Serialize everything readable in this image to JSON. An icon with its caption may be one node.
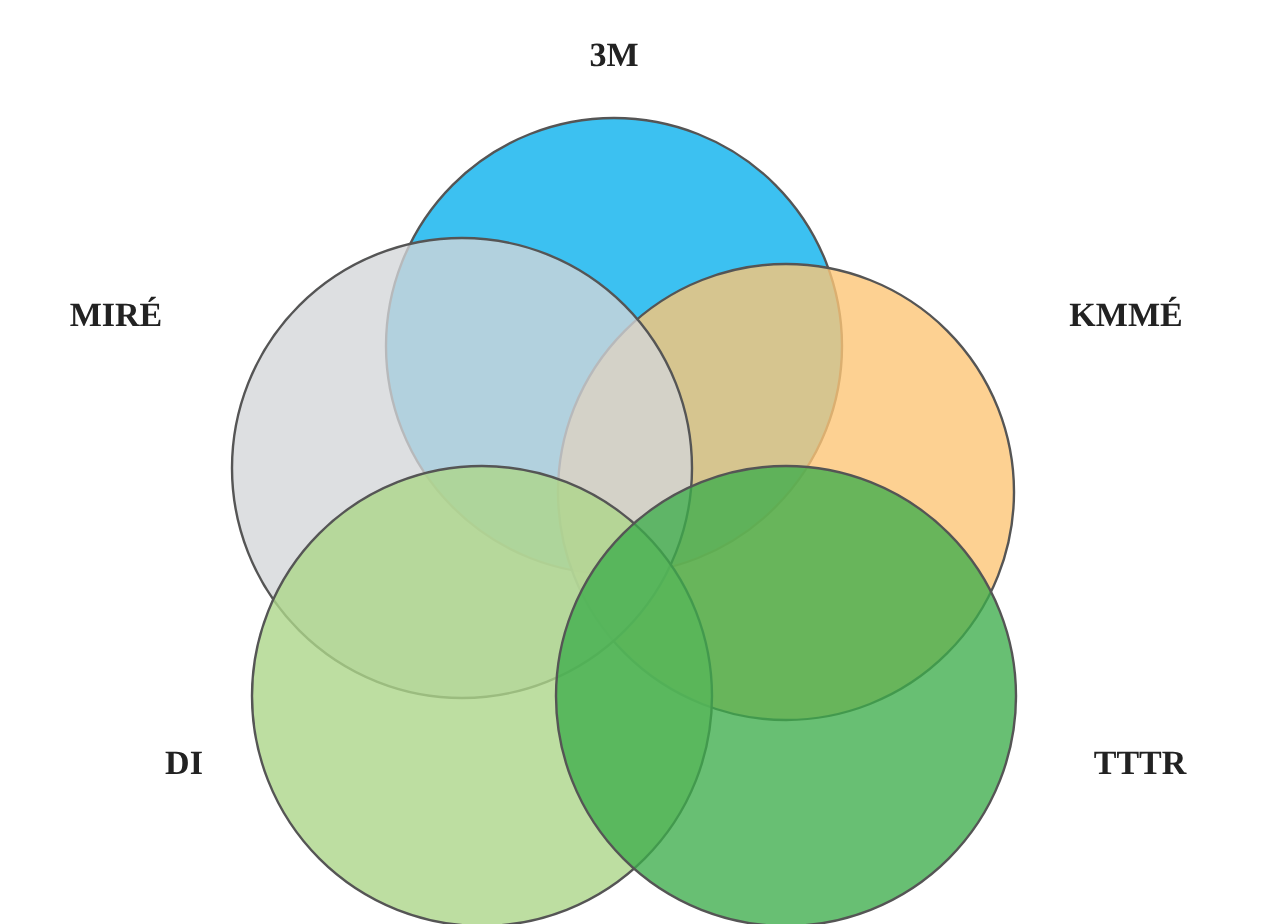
{
  "diagram": {
    "nodes": [
      {
        "text": [
          "3M"
        ]
      },
      {
        "text": [
          "MIRÉ"
        ]
      },
      {
        "text": [
          "KMMÉ"
        ]
      },
      {
        "text": [
          "DI"
        ]
      },
      {
        "text": [
          "TTTR"
        ]
      }
    ]
  }
}
